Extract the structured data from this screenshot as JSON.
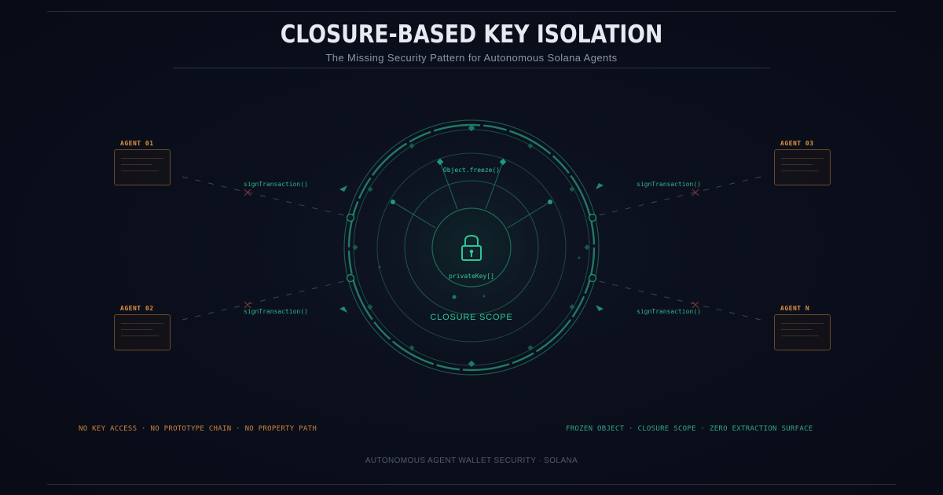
{
  "header": {
    "title": "CLOSURE-BASED KEY ISOLATION",
    "subtitle": "The Missing Security Pattern for Autonomous Solana Agents"
  },
  "agents": [
    {
      "label": "AGENT 01",
      "call": "signTransaction()"
    },
    {
      "label": "AGENT 02",
      "call": "signTransaction()"
    },
    {
      "label": "AGENT 03",
      "call": "signTransaction()"
    },
    {
      "label": "AGENT N",
      "call": "signTransaction()"
    }
  ],
  "center": {
    "freeze_label": "Object.freeze()",
    "key_label": "privateKey[]",
    "scope_label": "CLOSURE SCOPE",
    "icon": "lock-icon"
  },
  "footer": {
    "left": "NO KEY ACCESS · NO PROTOTYPE CHAIN · NO PROPERTY PATH",
    "right": "FROZEN OBJECT · CLOSURE SCOPE · ZERO EXTRACTION SURFACE",
    "caption": "AUTONOMOUS AGENT WALLET SECURITY · SOLANA"
  },
  "colors": {
    "background": "#0b0f1c",
    "agent_accent": "#e0913f",
    "scope_accent": "#2fc497",
    "title": "#e8eaf2"
  }
}
